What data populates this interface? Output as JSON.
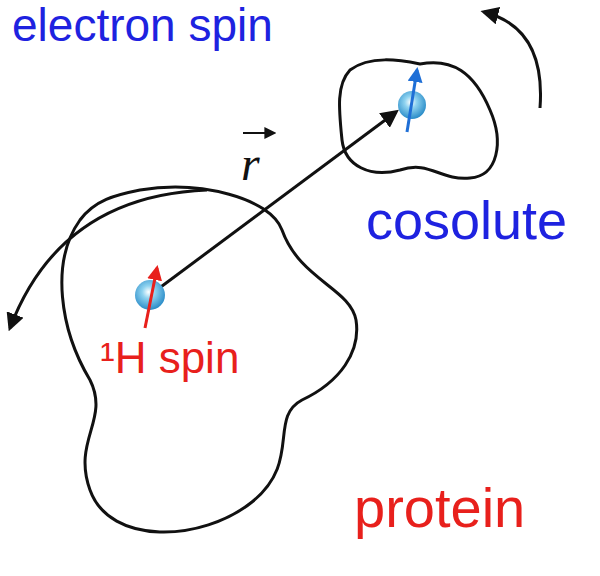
{
  "diagram": {
    "nodes": [
      {
        "text": [
          "electron spin",
          "cosolute"
        ]
      },
      {
        "text": [
          "¹H spin",
          "protein"
        ]
      }
    ],
    "labels": [
      "r"
    ]
  }
}
